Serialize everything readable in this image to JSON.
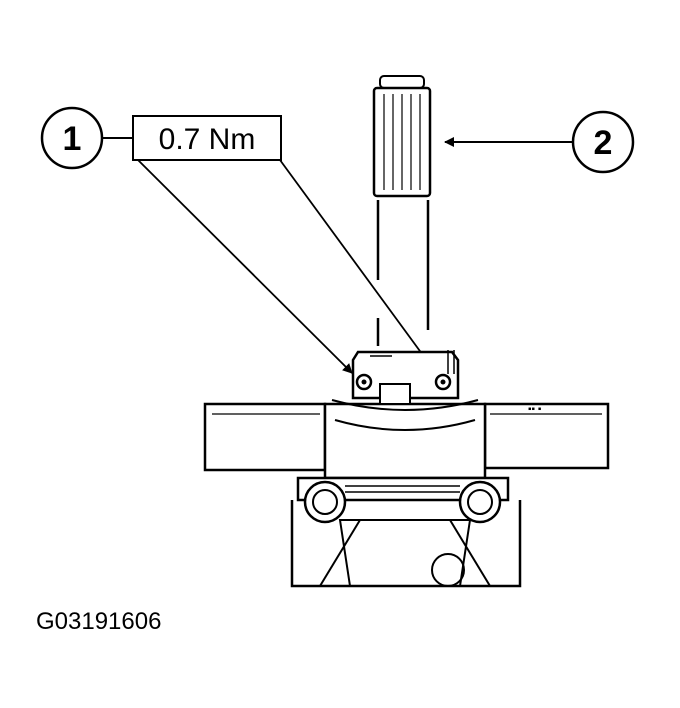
{
  "callouts": {
    "one": "1",
    "two": "2"
  },
  "torque_label": "0.7 Nm",
  "figure_id": "G03191606",
  "colors": {
    "ink": "#000000",
    "paper": "#ffffff"
  }
}
